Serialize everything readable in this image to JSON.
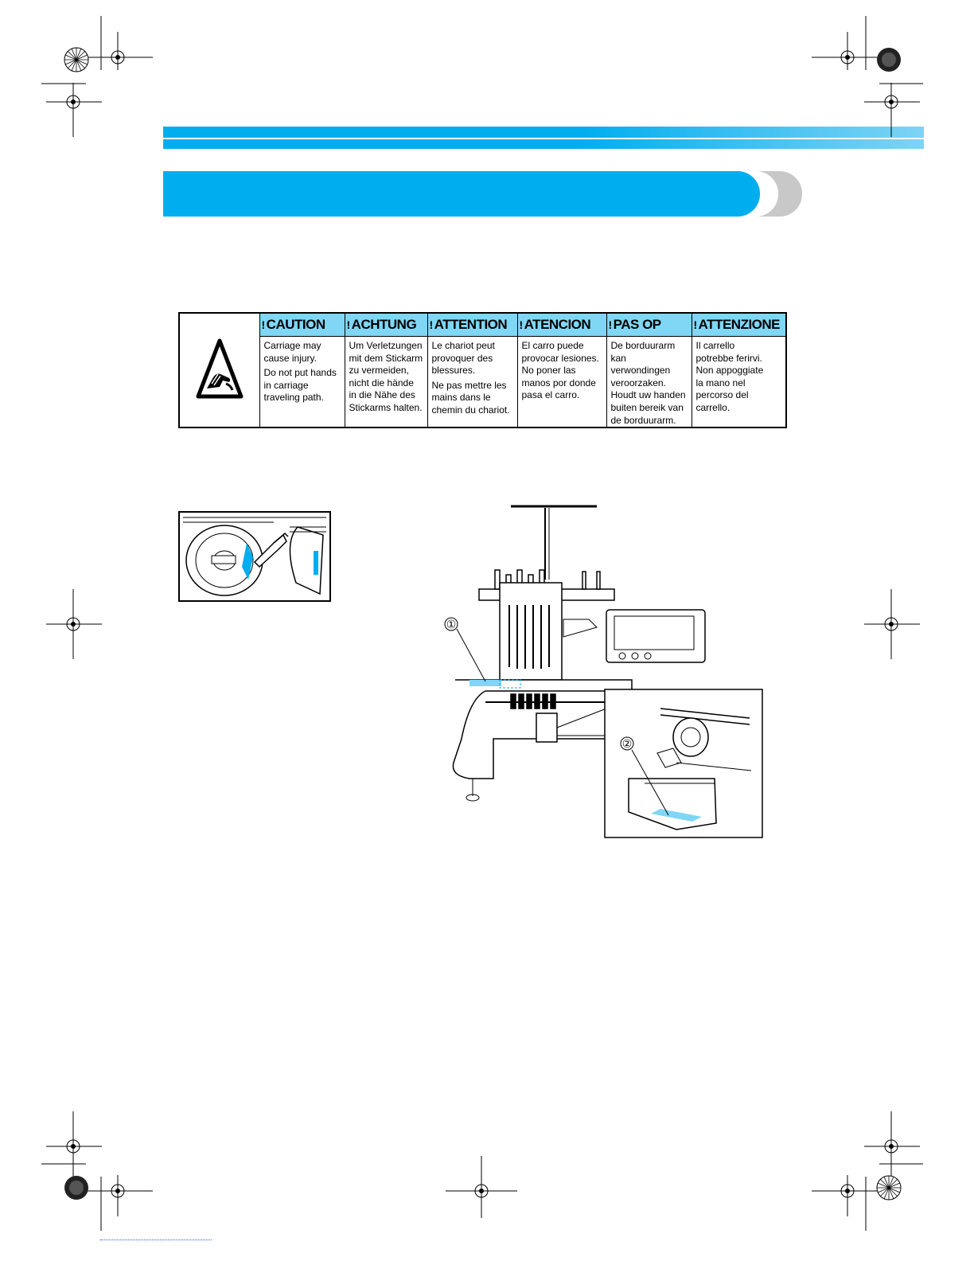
{
  "warning_label": {
    "columns": [
      {
        "heading": "CAUTION",
        "lines": [
          "Carriage may",
          "cause injury."
        ],
        "lines2": [
          "Do not put hands",
          "in carriage",
          "traveling path."
        ]
      },
      {
        "heading": "ACHTUNG",
        "lines": [
          "Um Verletzungen",
          "mit dem Stickarm",
          "zu vermeiden,",
          "nicht die hände",
          "in die Nähe des",
          "Stickarms halten."
        ],
        "lines2": []
      },
      {
        "heading": "ATTENTION",
        "lines": [
          "Le chariot peut",
          "provoquer des",
          "blessures."
        ],
        "lines2": [
          "Ne pas mettre les",
          "mains dans le",
          "chemin du chariot."
        ]
      },
      {
        "heading": "ATENCION",
        "lines": [
          "El carro puede",
          "provocar lesiones.",
          "No poner las",
          "manos por donde",
          "pasa el carro."
        ],
        "lines2": []
      },
      {
        "heading": "PAS OP",
        "lines": [
          "De borduurarm",
          "kan verwondingen",
          "veroorzaken.",
          "Houdt uw handen",
          "buiten bereik van",
          "de borduurarm."
        ],
        "lines2": []
      },
      {
        "heading": "ATTENZIONE",
        "lines": [
          "Il carrello",
          "potrebbe ferirvi.",
          "Non appoggiate",
          "la mano nel",
          "percorso del",
          "carrello."
        ],
        "lines2": []
      }
    ],
    "warning_symbol": "!"
  },
  "figure": {
    "callout_1": "①",
    "callout_2": "②"
  },
  "icons": {
    "hazard": "hand-pinch-hazard-icon",
    "oil": "oiling-hook-illustration",
    "machine": "embroidery-machine-illustration"
  },
  "colors": {
    "accent": "#00aeef",
    "accent_light": "#7fd6f5",
    "tab_grey": "#c8c8c8"
  }
}
